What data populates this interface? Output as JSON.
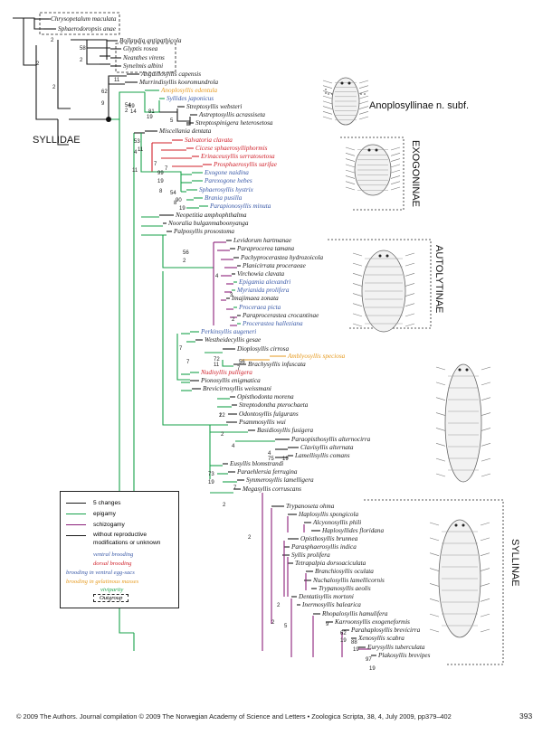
{
  "colors": {
    "black": "#1a1a1a",
    "green": "#17a24a",
    "purple": "#8b1f7a",
    "red": "#d0202a",
    "blue": "#3a5aa8",
    "orange": "#e69a1f",
    "teal": "#2a9a6e"
  },
  "clade_labels": {
    "syllidae": "SYLLIDAE",
    "anoplosyllinae": "Anoplosyllinae n. subf.",
    "exogoninae": "EXOGONINAE",
    "autolytinae": "AUTOLYTINAE",
    "syllinae": "SYLLINAE"
  },
  "taxa": [
    {
      "name": "Chrysopetalum maculata",
      "color": "black"
    },
    {
      "name": "Sphaerodoropsis anae",
      "color": "black"
    },
    {
      "name": "Bollandia antipathicola",
      "color": "black"
    },
    {
      "name": "Glyptis rosea",
      "color": "black"
    },
    {
      "name": "Neanthes virens",
      "color": "black"
    },
    {
      "name": "Synelmis albini",
      "color": "black"
    },
    {
      "name": "Anguillosyllis capensis",
      "color": "black"
    },
    {
      "name": "Murrindisyllis kooromundrola",
      "color": "black"
    },
    {
      "name": "Anoplosyllis edentula",
      "color": "orange"
    },
    {
      "name": "Syllides japonicus",
      "color": "blue"
    },
    {
      "name": "Streptosyllis websteri",
      "color": "black"
    },
    {
      "name": "Astreptosyllis acrassiseta",
      "color": "black"
    },
    {
      "name": "Streptospinigera heterosetosa",
      "color": "black"
    },
    {
      "name": "Miscellania dentata",
      "color": "black"
    },
    {
      "name": "Salvatoria clavata",
      "color": "red"
    },
    {
      "name": "Cicese sphaerosylliphormis",
      "color": "red"
    },
    {
      "name": "Erinaceusyllis serratosetosa",
      "color": "red"
    },
    {
      "name": "Prosphaerosyllis sarifae",
      "color": "red"
    },
    {
      "name": "Exogone naidina",
      "color": "blue"
    },
    {
      "name": "Parexogone hebes",
      "color": "blue"
    },
    {
      "name": "Sphaerosyllis hystrix",
      "color": "blue"
    },
    {
      "name": "Brania pusilla",
      "color": "blue"
    },
    {
      "name": "Parapionosyllis minuta",
      "color": "blue"
    },
    {
      "name": "Neopetitia amphophthalma",
      "color": "black"
    },
    {
      "name": "Nooralia bulganmaboonyanga",
      "color": "black"
    },
    {
      "name": "Palposyllis prosostoma",
      "color": "black"
    },
    {
      "name": "Levidorum hartmanae",
      "color": "black"
    },
    {
      "name": "Paraprocerea tamana",
      "color": "black"
    },
    {
      "name": "Pachyprocerastea hydrozoicola",
      "color": "black"
    },
    {
      "name": "Planicirrata proceraeae",
      "color": "black"
    },
    {
      "name": "Virchowia clavata",
      "color": "black"
    },
    {
      "name": "Epigamia alexandri",
      "color": "blue"
    },
    {
      "name": "Myrianida prolifera",
      "color": "blue"
    },
    {
      "name": "Imajimaea zonata",
      "color": "black"
    },
    {
      "name": "Procerаea picta",
      "color": "blue"
    },
    {
      "name": "Paraprocerastea crocantinae",
      "color": "black"
    },
    {
      "name": "Procerastea halleziana",
      "color": "blue"
    },
    {
      "name": "Perkinsyllis augeneri",
      "color": "blue"
    },
    {
      "name": "Westheideсyllis gesae",
      "color": "black"
    },
    {
      "name": "Dioplosyllis cirrosa",
      "color": "black"
    },
    {
      "name": "Amblyosyllis speciosa",
      "color": "orange"
    },
    {
      "name": "Brachysyllis infuscata",
      "color": "black"
    },
    {
      "name": "Nudisyllis pulligera",
      "color": "red"
    },
    {
      "name": "Pionosyllis enigmatica",
      "color": "black"
    },
    {
      "name": "Brevicirrosyllis weissmani",
      "color": "black"
    },
    {
      "name": "Opisthodonta morena",
      "color": "black"
    },
    {
      "name": "Streptodontha pterochaeta",
      "color": "black"
    },
    {
      "name": "Odontosyllis fulgurans",
      "color": "black"
    },
    {
      "name": "Psammosyllis wui",
      "color": "black"
    },
    {
      "name": "Basidiosyllis fusigera",
      "color": "black"
    },
    {
      "name": "Paraopisthosyllis alternocirra",
      "color": "black"
    },
    {
      "name": "Clavisyllis alternata",
      "color": "black"
    },
    {
      "name": "Lamellisyllis comans",
      "color": "black"
    },
    {
      "name": "Eusyllis blomstrandi",
      "color": "black"
    },
    {
      "name": "Paraehlersia ferrugina",
      "color": "black"
    },
    {
      "name": "Synmerosyllis lamelligera",
      "color": "black"
    },
    {
      "name": "Megasyllis corruscans",
      "color": "black"
    },
    {
      "name": "Trypanoseta ohma",
      "color": "black"
    },
    {
      "name": "Haplosyllis spongicola",
      "color": "black"
    },
    {
      "name": "Alcyonosyllis phili",
      "color": "black"
    },
    {
      "name": "Haplosyllides floridana",
      "color": "black"
    },
    {
      "name": "Opisthosyllis brunnea",
      "color": "black"
    },
    {
      "name": "Parasphaerosyllis indica",
      "color": "black"
    },
    {
      "name": "Syllis prolifera",
      "color": "black"
    },
    {
      "name": "Tetrapalpia dorsoaciculata",
      "color": "black"
    },
    {
      "name": "Branchiosyllis oculata",
      "color": "black"
    },
    {
      "name": "Nuchalosyllis lamellicornis",
      "color": "black"
    },
    {
      "name": "Trypanosyllis aeolis",
      "color": "black"
    },
    {
      "name": "Dentatisyllis mortoni",
      "color": "black"
    },
    {
      "name": "Inermosyllis balearica",
      "color": "black"
    },
    {
      "name": "Rhopalosyllis hamulifera",
      "color": "black"
    },
    {
      "name": "Karroonsyllis exogeneformis",
      "color": "black"
    },
    {
      "name": "Parahaplosyllis  brevicirra",
      "color": "black"
    },
    {
      "name": "Xenosyllis scabra",
      "color": "black"
    },
    {
      "name": "Eurysyllis tuberculata",
      "color": "black"
    },
    {
      "name": "Plakosyllis brevipes",
      "color": "black"
    }
  ],
  "node_labels": [
    "2",
    "58",
    "2",
    "2",
    "2",
    "11",
    "62",
    "9",
    "69",
    "14",
    "81",
    "19",
    "5",
    "54",
    "2",
    "4",
    "53",
    "11",
    "7",
    "7",
    "11",
    "99",
    "19",
    "8",
    "54",
    "90",
    "8",
    "19",
    "56",
    "2",
    "4",
    "3",
    "2",
    "7",
    "7",
    "72",
    "11",
    "56",
    "7",
    "2",
    "12",
    "2",
    "4",
    "4",
    "75",
    "19",
    "73",
    "19",
    "7",
    "2",
    "2",
    "2",
    "5",
    "2",
    "9",
    "62",
    "19",
    "88",
    "19",
    "97",
    "19"
  ],
  "legend": {
    "items": [
      {
        "label": "5 changes",
        "color": "black"
      },
      {
        "label": "epigamy",
        "color": "green"
      },
      {
        "label": "schizogamy",
        "color": "purple"
      },
      {
        "label": "without reproductive modifications or unknown",
        "color": "black"
      }
    ],
    "brooding": [
      {
        "label": "ventral brooding",
        "color": "blue"
      },
      {
        "label": "dorsal brooding",
        "color": "red"
      },
      {
        "label": "brooding in ventral egg-sacs",
        "color": "blue"
      },
      {
        "label": "brooding in gelatinous masses",
        "color": "orange"
      },
      {
        "label": "viviparity",
        "color": "green"
      }
    ],
    "outgroup": "Outgroup"
  },
  "footer": "© 2009 The Authors. Journal compilation © 2009 The Norwegian Academy of Science and Letters  •  Zoologica Scripta, 38, 4, July 2009, pp379–402",
  "page_number": "393"
}
